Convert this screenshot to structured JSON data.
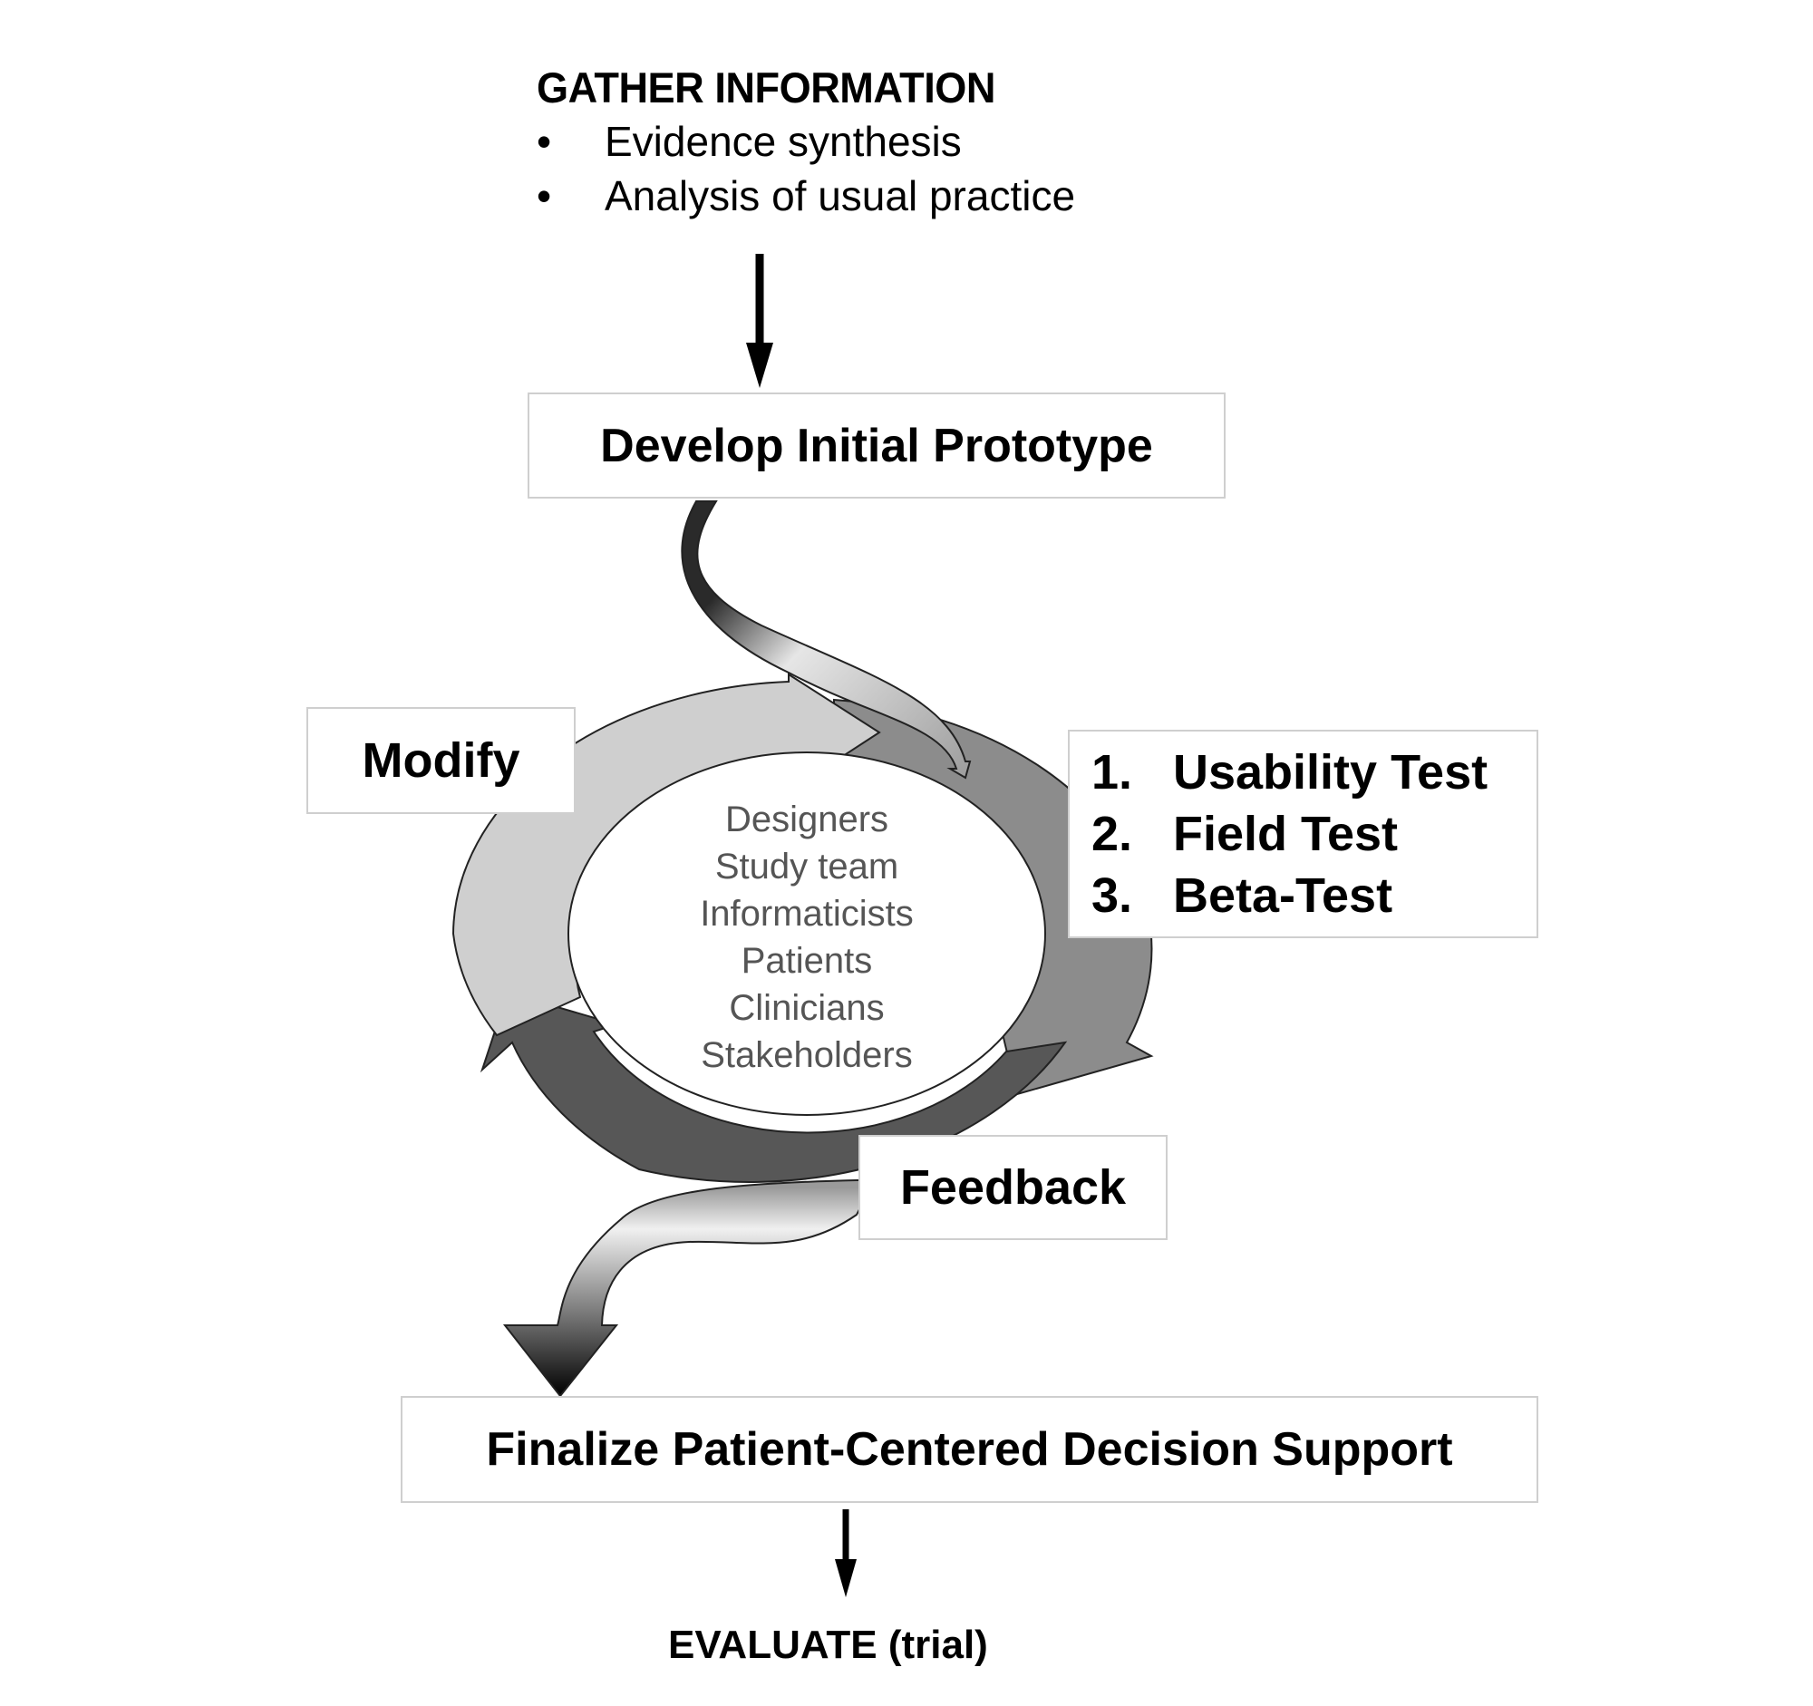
{
  "gather": {
    "title": "GATHER INFORMATION",
    "bullets": [
      {
        "marker": "•",
        "text": "Evidence synthesis"
      },
      {
        "marker": "•",
        "text": "Analysis of usual practice"
      }
    ]
  },
  "steps": {
    "develop": "Develop Initial Prototype",
    "modify": "Modify",
    "feedback": "Feedback",
    "finalize": "Finalize Patient-Centered Decision Support",
    "evaluate": "EVALUATE (trial)"
  },
  "tests": [
    {
      "num": "1.",
      "label": "Usability Test"
    },
    {
      "num": "2.",
      "label": "Field Test"
    },
    {
      "num": "3.",
      "label": "Beta-Test"
    }
  ],
  "participants": [
    "Designers",
    "Study team",
    "Informaticists",
    "Patients",
    "Clinicians",
    "Stakeholders"
  ],
  "colors": {
    "ring_light": "#cfcfcf",
    "ring_medium": "#8c8c8c",
    "ring_dark": "#575757",
    "box_border": "#cfcfcf",
    "participant_text": "#555555"
  }
}
